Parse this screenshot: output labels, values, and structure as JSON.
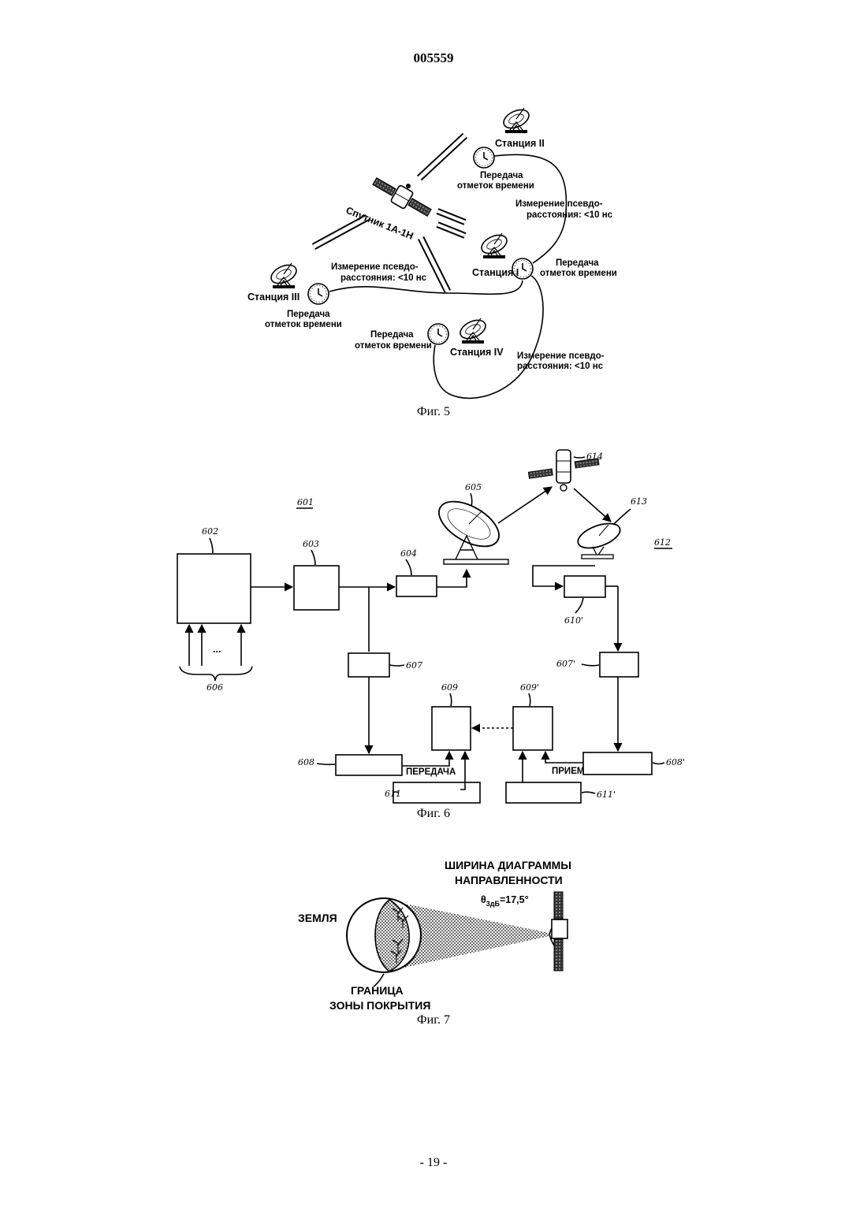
{
  "header": {
    "doc_number": "005559"
  },
  "footer": {
    "page_number": "- 19 -"
  },
  "fig5": {
    "caption": "Фиг. 5",
    "satellite_label": "Спутник 1А-1Н",
    "station_1": "Станция I",
    "station_2": "Станция II",
    "station_3": "Станция III",
    "station_4": "Станция IV",
    "time_tx_line1": "Передача",
    "time_tx_line2": "отметок времени",
    "pseudo_line1": "Измерение псевдо-",
    "pseudo_line2": "расстояния: <10 нс"
  },
  "fig6": {
    "caption": "Фиг. 6",
    "ref_601": "601",
    "ref_602": "602",
    "ref_603": "603",
    "ref_604": "604",
    "ref_605": "605",
    "ref_606": "606",
    "ref_607": "607",
    "ref_607b": "607'",
    "ref_608": "608",
    "ref_608b": "608'",
    "ref_609": "609",
    "ref_609b": "609'",
    "ref_610b": "610'",
    "ref_611": "611",
    "ref_611b": "611'",
    "ref_612": "612",
    "ref_613": "613",
    "ref_614": "614",
    "dots": "...",
    "tx_label": "ПЕРЕДАЧА",
    "rx_label": "ПРИЕМ"
  },
  "fig7": {
    "caption": "Фиг. 7",
    "beam_line1": "ШИРИНА ДИАГРАММЫ",
    "beam_line2": "НАПРАВЛЕННОСТИ",
    "theta_symbol": "θ",
    "theta_sub": "3дБ",
    "theta_value": "=17,5°",
    "earth_label": "ЗЕМЛЯ",
    "coverage_line1": "ГРАНИЦА",
    "coverage_line2": "ЗОНЫ ПОКРЫТИЯ"
  }
}
